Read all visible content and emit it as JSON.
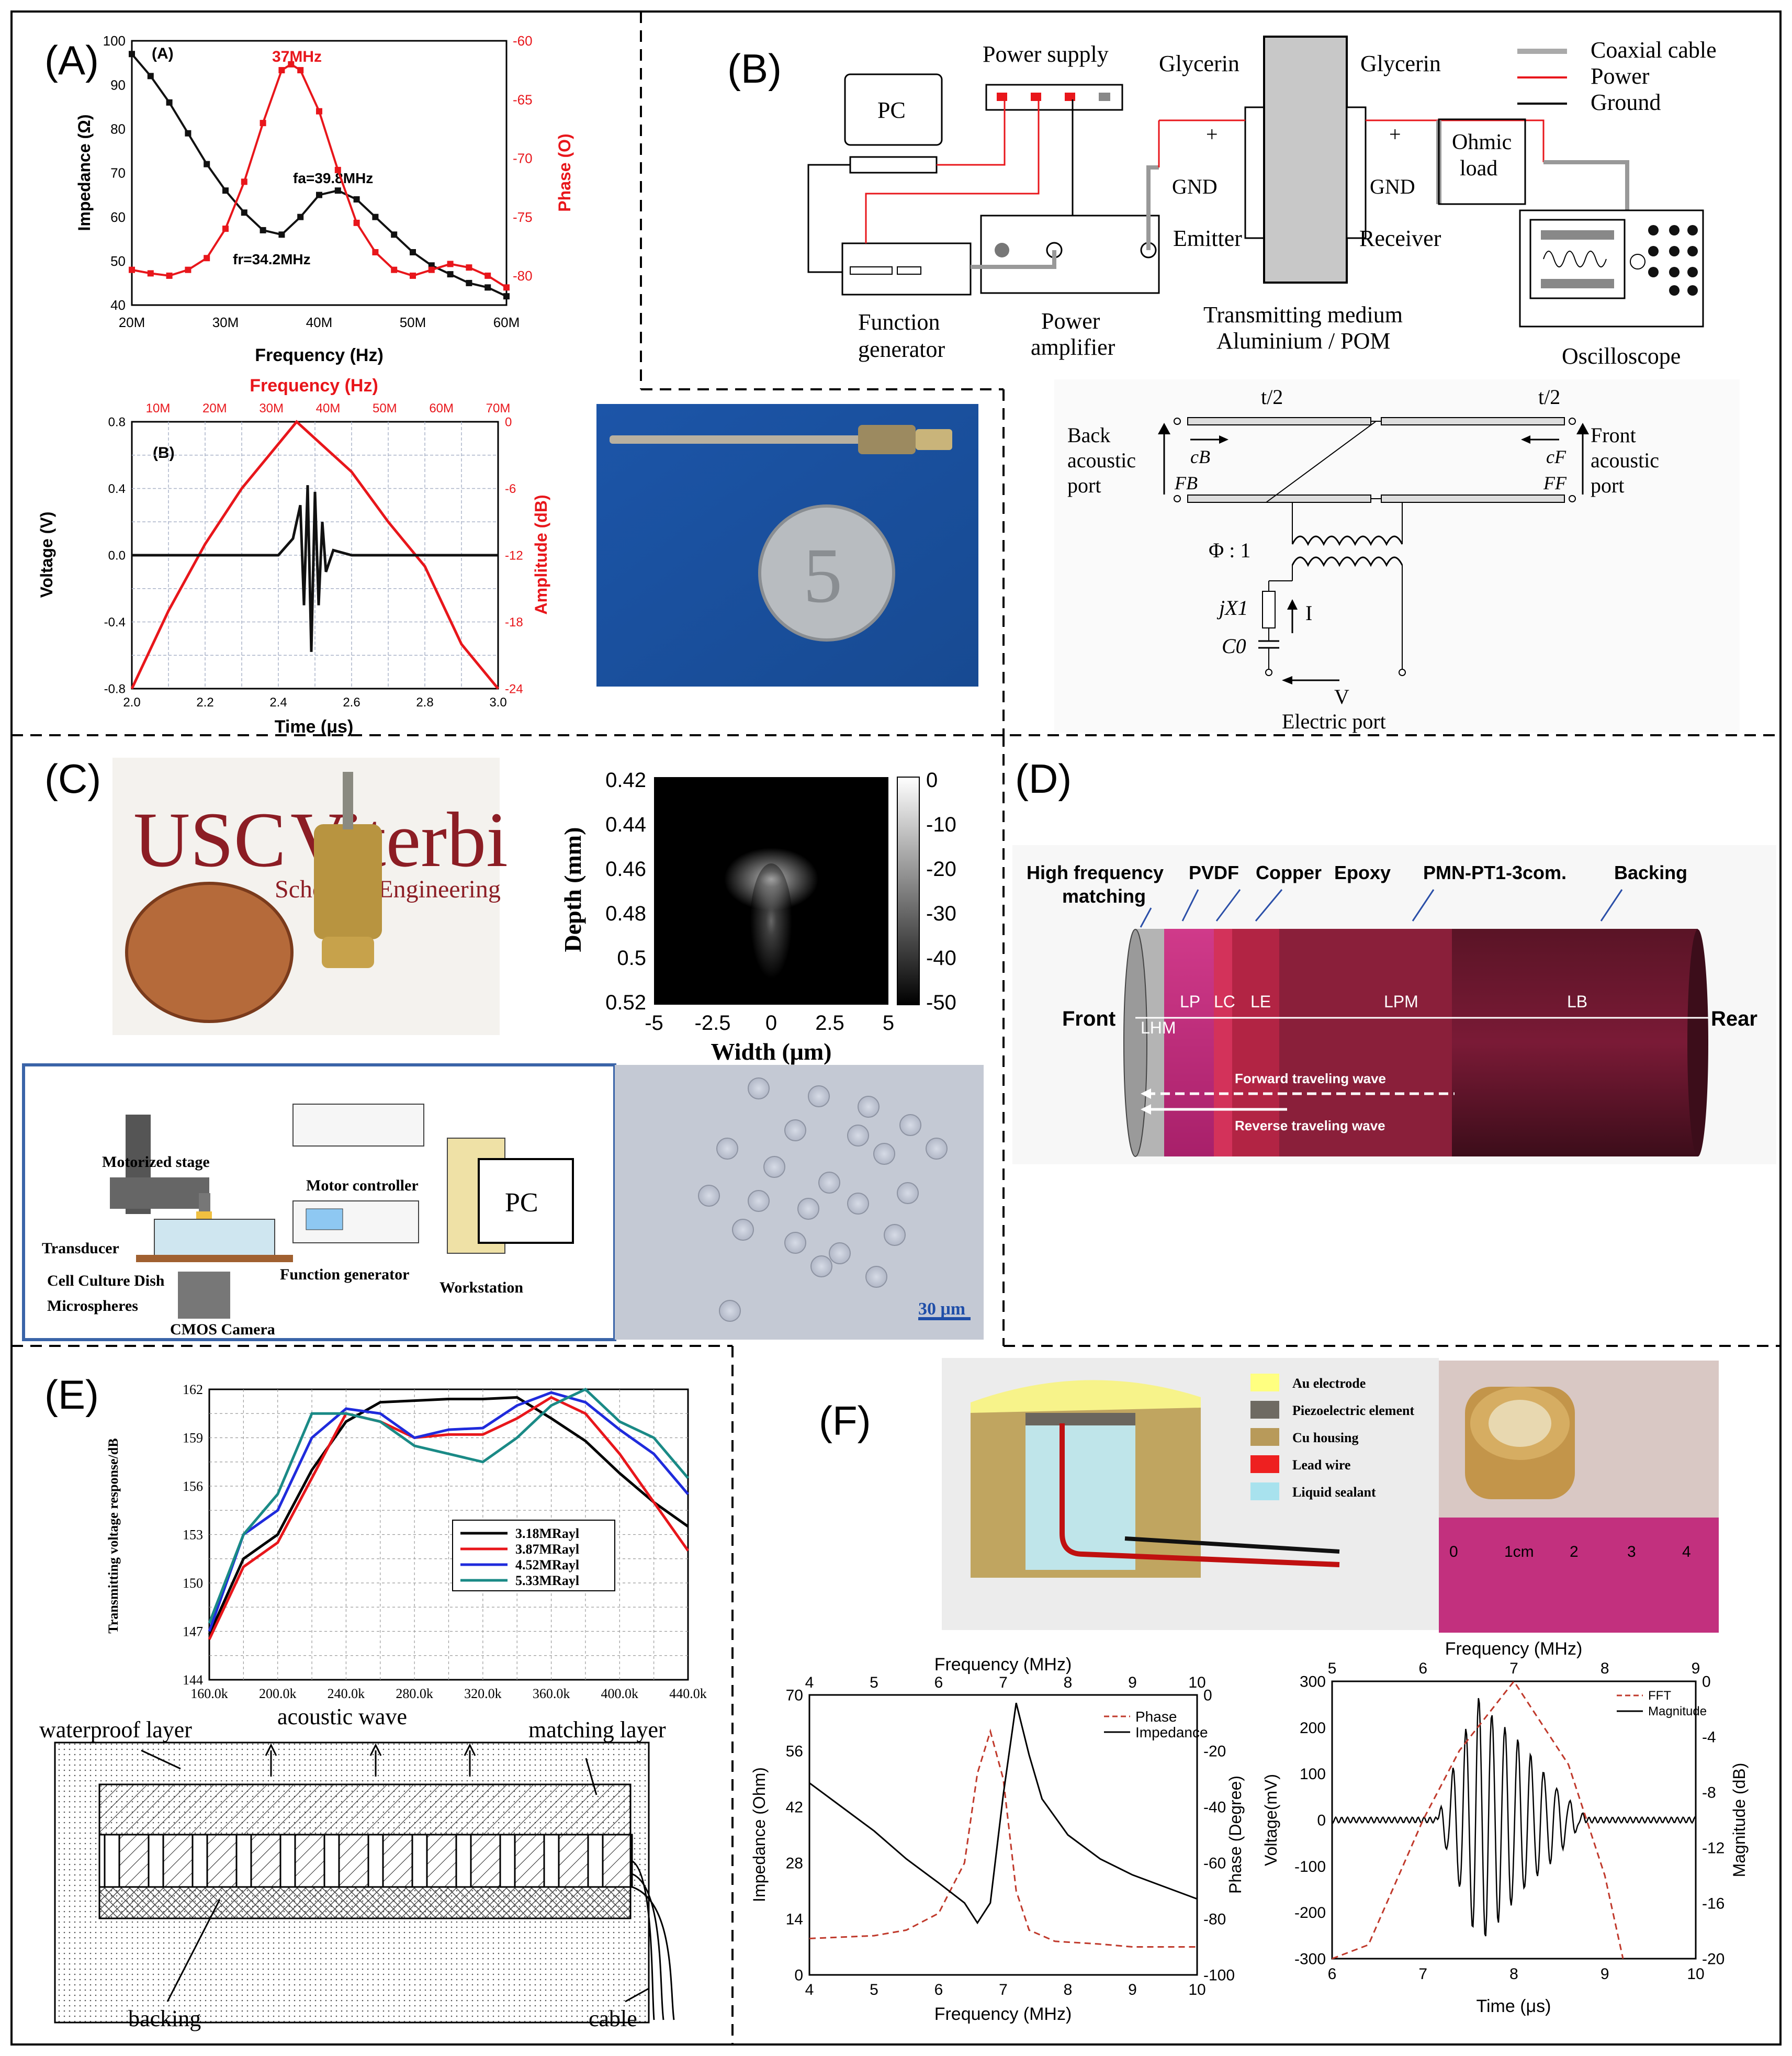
{
  "panels": {
    "a": {
      "letter": "(A)"
    },
    "b": {
      "letter": "(B)"
    },
    "c": {
      "letter": "(C)"
    },
    "d": {
      "letter": "(D)"
    },
    "e": {
      "letter": "(E)"
    },
    "f": {
      "letter": "(F)"
    }
  },
  "impedance_chart": {
    "inner_label": "(A)",
    "peak_label": "37MHz",
    "fa_label": "fa=39.8MHz",
    "fr_label": "fr=34.2MHz",
    "xlabel": "Frequency (Hz)",
    "ylabel_left": "Impedance (Ω)",
    "ylabel_right": "Phase (O)",
    "xticks": [
      "20M",
      "30M",
      "40M",
      "50M",
      "60M"
    ],
    "yticks_left": [
      "40",
      "50",
      "60",
      "70",
      "80",
      "90",
      "100"
    ],
    "yticks_right": [
      "-80",
      "-75",
      "-70",
      "-65",
      "-60"
    ],
    "colors": {
      "impedance": "#111111",
      "phase": "#e8161b"
    }
  },
  "pulse_chart": {
    "inner_label": "(B)",
    "xlabel": "Time (μs)",
    "xlabel_top": "Frequency (Hz)",
    "ylabel_left": "Voltage (V)",
    "ylabel_right": "Amplitude (dB)",
    "xticks": [
      "2.0",
      "2.2",
      "2.4",
      "2.6",
      "2.8",
      "3.0"
    ],
    "xticks_top": [
      "10M",
      "20M",
      "30M",
      "40M",
      "50M",
      "60M",
      "70M"
    ],
    "yticks_left": [
      "-0.8",
      "-0.4",
      "0.0",
      "0.4",
      "0.8"
    ],
    "yticks_right": [
      "-24",
      "-18",
      "-12",
      "-6",
      "0"
    ]
  },
  "setup_b": {
    "pc": "PC",
    "power_supply": "Power supply",
    "glycerin_left": "Glycerin",
    "glycerin_right": "Glycerin",
    "legend": [
      "Coaxial cable",
      "Power",
      "Ground"
    ],
    "gnd1": "GND",
    "gnd2": "GND",
    "plus1": "+",
    "plus2": "+",
    "ohmic": [
      "Ohmic",
      "load"
    ],
    "emitter": "Emitter",
    "receiver": "Receiver",
    "function_generator": [
      "Function",
      "generator"
    ],
    "power_amplifier": [
      "Power",
      "amplifier"
    ],
    "medium": [
      "Transmitting medium",
      "Aluminium / POM"
    ],
    "oscilloscope": "Oscilloscope"
  },
  "circuit": {
    "t_left": "t/2",
    "t_right": "t/2",
    "back_port": [
      "Back",
      "acoustic",
      "port"
    ],
    "front_port": [
      "Front",
      "acoustic",
      "port"
    ],
    "cb": "cB",
    "cf": "cF",
    "fb": "FB",
    "ff": "FF",
    "phi": "Φ : 1",
    "jx": "jX1",
    "c0": "C0",
    "i": "I",
    "v": "V",
    "electric_port": "Electric port"
  },
  "usc_photo": {
    "logo_usc": "USC",
    "logo_viterbi": "Viterbi",
    "logo_school": "School of Engineering"
  },
  "beam_plot": {
    "ylabel": "Depth (mm)",
    "xlabel": "Width (μm)",
    "yticks": [
      "0.42",
      "0.44",
      "0.46",
      "0.48",
      "0.5",
      "0.52"
    ],
    "xticks": [
      "-5",
      "-2.5",
      "0",
      "2.5",
      "5"
    ],
    "cbar_ticks": [
      "0",
      "-10",
      "-20",
      "-30",
      "-40",
      "-50"
    ]
  },
  "setup_c": {
    "motorized_stage": "Motorized stage",
    "motor_controller": "Motor controller",
    "pc": "PC",
    "transducer": "Transducer",
    "cell_dish": "Cell Culture Dish",
    "function_generator": "Function generator",
    "workstation": "Workstation",
    "microspheres": "Microspheres",
    "cmos": "CMOS Camera",
    "scalebar": "30 μm"
  },
  "stack_d": {
    "labels": [
      "High frequency",
      "matching",
      "PVDF",
      "Copper",
      "Epoxy",
      "PMN-PT1-3com.",
      "Backing"
    ],
    "front": "Front",
    "rear": "Rear",
    "dims": [
      "LHM",
      "LP",
      "LC",
      "LE",
      "LPM",
      "LB"
    ],
    "forward": "Forward traveling wave",
    "reverse": "Reverse traveling wave"
  },
  "tvr_chart": {
    "ylabel": "Transmitting voltage response/dB",
    "yticks": [
      "144",
      "147",
      "150",
      "153",
      "156",
      "159",
      "162"
    ],
    "xticks": [
      "160.0k",
      "200.0k",
      "240.0k",
      "280.0k",
      "320.0k",
      "360.0k",
      "400.0k",
      "440.0k"
    ],
    "series_names": [
      "3.18MRayl",
      "3.87MRayl",
      "4.52MRayl",
      "5.33MRayl"
    ],
    "colors": [
      "#000000",
      "#e8161b",
      "#1f2bdc",
      "#1a8a86"
    ]
  },
  "cross_section": {
    "waterproof": "waterproof layer",
    "acoustic": "acoustic wave",
    "matching": "matching layer",
    "backing": "backing",
    "cable": "cable"
  },
  "model_f": {
    "legend": [
      "Au electrode",
      "Piezoelectric element",
      "Cu housing",
      "Lead wire",
      "Liquid sealant"
    ],
    "legend_colors": [
      "#ffff80",
      "#6e6a62",
      "#b89a5a",
      "#ee2020",
      "#a8e2ee"
    ]
  },
  "ruler_photo": {
    "ticks": [
      "0",
      "1cm",
      "2",
      "3",
      "4"
    ]
  },
  "imp_phase_chart": {
    "xlabel_top": "Frequency (MHz)",
    "xlabel": "Frequency (MHz)",
    "ylabel_left": "Impedance (Ohm)",
    "ylabel_right": "Phase (Degree)",
    "xticks": [
      "4",
      "5",
      "6",
      "7",
      "8",
      "9",
      "10"
    ],
    "yticks_left": [
      "0",
      "14",
      "28",
      "42",
      "56",
      "70"
    ],
    "yticks_right": [
      "-100",
      "-80",
      "-60",
      "-40",
      "-20",
      "0"
    ],
    "legend": [
      "Phase",
      "Impedance"
    ]
  },
  "pulse_f_chart": {
    "xlabel_top": "Frequency (MHz)",
    "xlabel": "Time (μs)",
    "ylabel_left": "Voltage(mV)",
    "ylabel_right": "Magnitude (dB)",
    "xticks": [
      "6",
      "7",
      "8",
      "9",
      "10"
    ],
    "xticks_top": [
      "5",
      "6",
      "7",
      "8",
      "9"
    ],
    "yticks_left": [
      "-300",
      "-200",
      "-100",
      "0",
      "100",
      "200",
      "300"
    ],
    "yticks_right": [
      "-20",
      "-16",
      "-12",
      "-8",
      "-4",
      "0"
    ],
    "legend": [
      "FFT",
      "Magnitude"
    ]
  },
  "chart_data": [
    {
      "type": "line",
      "title": "",
      "xlabel": "Frequency (Hz)",
      "ylabel": "Impedance (Ω)",
      "xlim": [
        20,
        60
      ],
      "ylim": [
        40,
        100
      ],
      "series": [
        {
          "name": "Impedance",
          "x": [
            20,
            22,
            24,
            26,
            28,
            30,
            32,
            34,
            36,
            38,
            40,
            42,
            44,
            46,
            48,
            50,
            52,
            54,
            56,
            58,
            60
          ],
          "values": [
            97,
            92,
            86,
            79,
            72,
            66,
            61,
            57,
            56,
            60,
            65,
            66,
            64,
            60,
            56,
            52,
            49,
            47,
            45,
            44,
            42
          ]
        },
        {
          "name": "Phase",
          "x": [
            20,
            22,
            24,
            26,
            28,
            30,
            32,
            34,
            36,
            37,
            38,
            40,
            42,
            44,
            46,
            48,
            50,
            52,
            54,
            56,
            58,
            60
          ],
          "values": [
            -79.5,
            -79.8,
            -80,
            -79.5,
            -78.5,
            -76,
            -72,
            -67,
            -62.5,
            -62,
            -62.5,
            -66,
            -71,
            -75.5,
            -78,
            -79.5,
            -80,
            -79.5,
            -79,
            -79.3,
            -80,
            -81
          ]
        }
      ]
    },
    {
      "type": "line",
      "title": "",
      "xlabel": "Time (μs)",
      "ylabel": "Voltage (V)",
      "xlim": [
        2.0,
        3.0
      ],
      "ylim": [
        -0.8,
        0.8
      ],
      "series": [
        {
          "name": "Voltage",
          "x": [
            2.0,
            2.4,
            2.44,
            2.46,
            2.47,
            2.48,
            2.49,
            2.5,
            2.51,
            2.52,
            2.53,
            2.55,
            2.6,
            3.0
          ],
          "values": [
            0,
            0,
            0.1,
            0.3,
            -0.3,
            0.42,
            -0.58,
            0.38,
            -0.3,
            0.2,
            -0.1,
            0.03,
            0,
            0
          ]
        },
        {
          "name": "Amplitude",
          "x": [
            2.0,
            2.1,
            2.2,
            2.3,
            2.4,
            2.45,
            2.5,
            2.6,
            2.7,
            2.8,
            2.9,
            3.0
          ],
          "values": [
            -24,
            -17,
            -11,
            -6,
            -2,
            0,
            -1.5,
            -4.5,
            -9,
            -13,
            -20,
            -24
          ]
        }
      ]
    },
    {
      "type": "line",
      "title": "",
      "xlabel": "",
      "ylabel": "Transmitting voltage response/dB",
      "xlim": [
        160,
        440
      ],
      "ylim": [
        144,
        162
      ],
      "categories": [
        160,
        180,
        200,
        220,
        240,
        260,
        280,
        300,
        320,
        340,
        360,
        380,
        400,
        420,
        440
      ],
      "series": [
        {
          "name": "3.18MRayl",
          "values": [
            146.8,
            151.5,
            153,
            157,
            160,
            161.2,
            161.3,
            161.4,
            161.4,
            161.5,
            160.2,
            158.8,
            156.8,
            155,
            153.5
          ]
        },
        {
          "name": "3.87MRayl",
          "values": [
            146.5,
            151,
            152.5,
            156.5,
            160.5,
            160,
            159,
            159.2,
            159.2,
            160.2,
            161.5,
            160.5,
            158,
            155,
            152
          ]
        },
        {
          "name": "4.52MRayl",
          "values": [
            147,
            153,
            154.5,
            159,
            160.8,
            160.5,
            159,
            159.5,
            159.6,
            161,
            161.8,
            161.2,
            159.5,
            158,
            155.5
          ]
        },
        {
          "name": "5.33MRayl",
          "values": [
            147.5,
            153,
            155.5,
            160.5,
            160.5,
            160,
            158.5,
            158,
            157.5,
            159,
            161,
            162,
            160,
            159,
            156.5
          ]
        }
      ]
    },
    {
      "type": "line",
      "title": "",
      "xlabel": "Frequency (MHz)",
      "ylabel": "Impedance (Ohm)",
      "xlim": [
        4,
        10
      ],
      "ylim": [
        0,
        70
      ],
      "series": [
        {
          "name": "Impedance",
          "x": [
            4,
            4.5,
            5,
            5.5,
            6,
            6.4,
            6.6,
            6.8,
            7,
            7.2,
            7.4,
            7.6,
            8,
            8.5,
            9,
            9.5,
            10
          ],
          "values": [
            48,
            42,
            36,
            29,
            23,
            18,
            13,
            18,
            45,
            68,
            55,
            44,
            35,
            29,
            25,
            22,
            19
          ]
        },
        {
          "name": "Phase",
          "x": [
            4,
            5,
            5.5,
            6,
            6.4,
            6.6,
            6.8,
            7,
            7.2,
            7.4,
            7.8,
            8.5,
            9,
            10
          ],
          "values": [
            -87,
            -86,
            -84,
            -78,
            -60,
            -28,
            -13,
            -30,
            -70,
            -84,
            -88,
            -89,
            -90,
            -90
          ]
        }
      ]
    },
    {
      "type": "line",
      "title": "",
      "xlabel": "Time (μs)",
      "ylabel": "Voltage(mV)",
      "xlim": [
        6,
        10
      ],
      "ylim": [
        -300,
        300
      ],
      "series": [
        {
          "name": "Magnitude",
          "x": [
            6,
            7,
            7.2,
            7.4,
            7.6,
            7.8,
            8,
            8.2,
            8.4,
            8.6,
            9,
            10
          ],
          "values": [
            0,
            0,
            -60,
            250,
            -270,
            270,
            -270,
            200,
            -120,
            40,
            0,
            0
          ]
        },
        {
          "name": "FFT",
          "x": [
            6,
            6.4,
            7,
            7.4,
            8,
            8.6,
            9,
            9.2
          ],
          "values": [
            -20,
            -19,
            -10,
            -5,
            0,
            -6,
            -14,
            -20
          ]
        }
      ]
    }
  ]
}
